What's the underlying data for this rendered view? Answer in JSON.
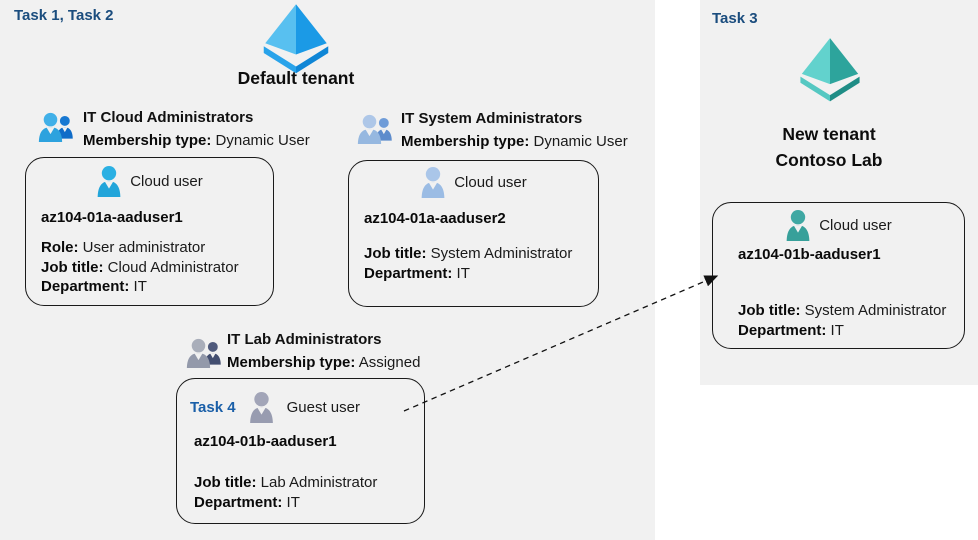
{
  "diagram": {
    "left_panel": {
      "task_label": "Task 1, Task 2",
      "tenant_title": "Default tenant"
    },
    "right_panel": {
      "task_label": "Task 3",
      "tenant_title_line1": "New tenant",
      "tenant_title_line2": "Contoso Lab"
    }
  },
  "groups": [
    {
      "name": "IT Cloud Administrators",
      "membership_label": "Membership type:",
      "membership_value": "Dynamic User"
    },
    {
      "name": "IT System Administrators",
      "membership_label": "Membership type:",
      "membership_value": "Dynamic User"
    },
    {
      "name": "IT Lab Administrators",
      "membership_label": "Membership type:",
      "membership_value": "Assigned"
    }
  ],
  "cards": [
    {
      "type_label": "Cloud user",
      "username": "az104-01a-aaduser1",
      "attributes": [
        {
          "label": "Role:",
          "value": "User administrator"
        },
        {
          "label": "Job title:",
          "value": "Cloud Administrator"
        },
        {
          "label": "Department:",
          "value": "IT"
        }
      ]
    },
    {
      "type_label": "Cloud user",
      "username": "az104-01a-aaduser2",
      "attributes": [
        {
          "label": "Job title:",
          "value": "System Administrator"
        },
        {
          "label": "Department:",
          "value": "IT"
        }
      ]
    },
    {
      "task_label": "Task 4",
      "type_label": "Guest user",
      "username": "az104-01b-aaduser1",
      "attributes": [
        {
          "label": "Job title:",
          "value": "Lab Administrator"
        },
        {
          "label": "Department:",
          "value": "IT"
        }
      ]
    },
    {
      "type_label": "Cloud user",
      "username": "az104-01b-aaduser1",
      "attributes": [
        {
          "label": "Job title:",
          "value": "System Administrator"
        },
        {
          "label": "Department:",
          "value": "IT"
        }
      ]
    }
  ],
  "icons": {
    "tenant_left": "azure-ad-tenant-icon-blue",
    "tenant_right": "azure-ad-tenant-icon-teal",
    "group_icons": [
      "people-icon-blue",
      "people-icon-periwinkle",
      "people-icon-gray"
    ],
    "user_icons": [
      "person-icon-cyan",
      "person-icon-periwinkle",
      "person-icon-gray",
      "person-icon-teal"
    ]
  },
  "colors": {
    "panel_bg": "#f1f1f1",
    "task_label": "#1b4d7e",
    "task4_label": "#1a5fa8",
    "card_border": "#1a1a1a",
    "aad_blue": [
      "#58c0f0",
      "#1b9ae6",
      "#29a3ea",
      "#0f86d6"
    ],
    "aad_teal": [
      "#62d2cd",
      "#2da49c",
      "#55c8c2",
      "#1f8d86"
    ],
    "user_cyan": "#2bb0e3",
    "user_periwinkle": "#a9c6e8",
    "user_gray": "#a0a3b5",
    "user_teal": "#3fa8a3",
    "people_blue": [
      "#41b0e8",
      "#0f6cc8"
    ],
    "people_periwinkle": [
      "#aec7e8",
      "#5e8ccc"
    ],
    "people_gray": [
      "#a9aeba",
      "#434e70"
    ]
  }
}
